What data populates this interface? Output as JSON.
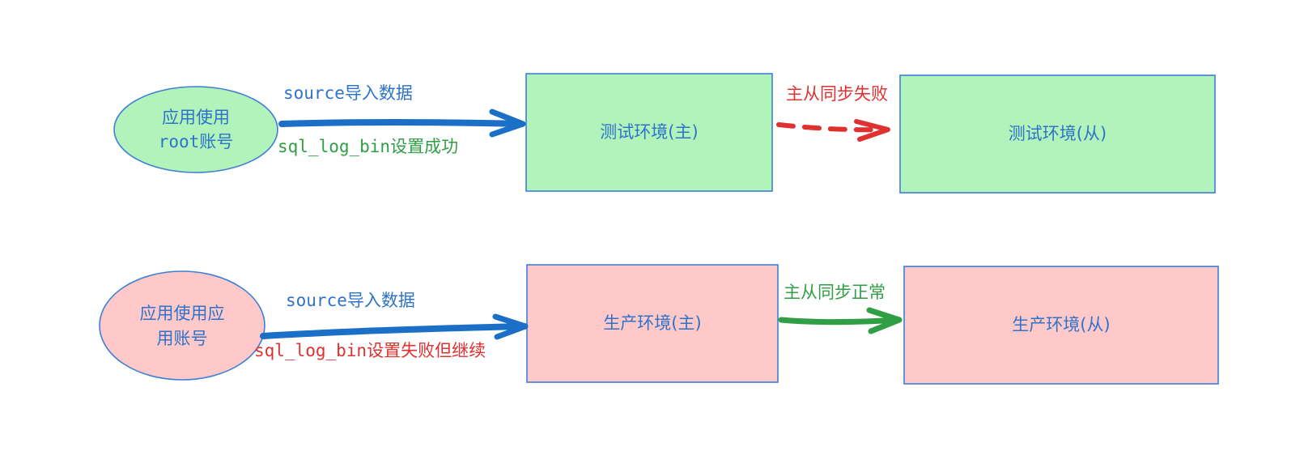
{
  "colors": {
    "node_border": "#3c7fd6",
    "text_blue": "#2e73c9",
    "green_fill": "#b2f2bb",
    "red_fill": "#ffc9c9",
    "arrow_blue": "#1c6fc7",
    "arrow_red": "#e03131",
    "arrow_green": "#2f9e44",
    "label_green": "#2f9e44",
    "label_red": "#e03131"
  },
  "row1": {
    "source": {
      "line1": "应用使用",
      "line2_mono": "root",
      "line2_rest": "账号"
    },
    "arrow_label_top": {
      "mono": "source",
      "rest": "导入数据"
    },
    "arrow_label_bottom": {
      "mono": "sql_log_bin",
      "rest": "设置成功"
    },
    "master": "测试环境(主)",
    "replication_label": "主从同步失败",
    "slave": "测试环境(从)"
  },
  "row2": {
    "source": {
      "line1": "应用使用应",
      "line2": "用账号"
    },
    "arrow_label_top": {
      "mono": "source",
      "rest": "导入数据"
    },
    "arrow_label_bottom": {
      "mono": "sql_log_bin",
      "rest": "设置失败但继续"
    },
    "master": "生产环境(主)",
    "replication_label": "主从同步正常",
    "slave": "生产环境(从)"
  }
}
